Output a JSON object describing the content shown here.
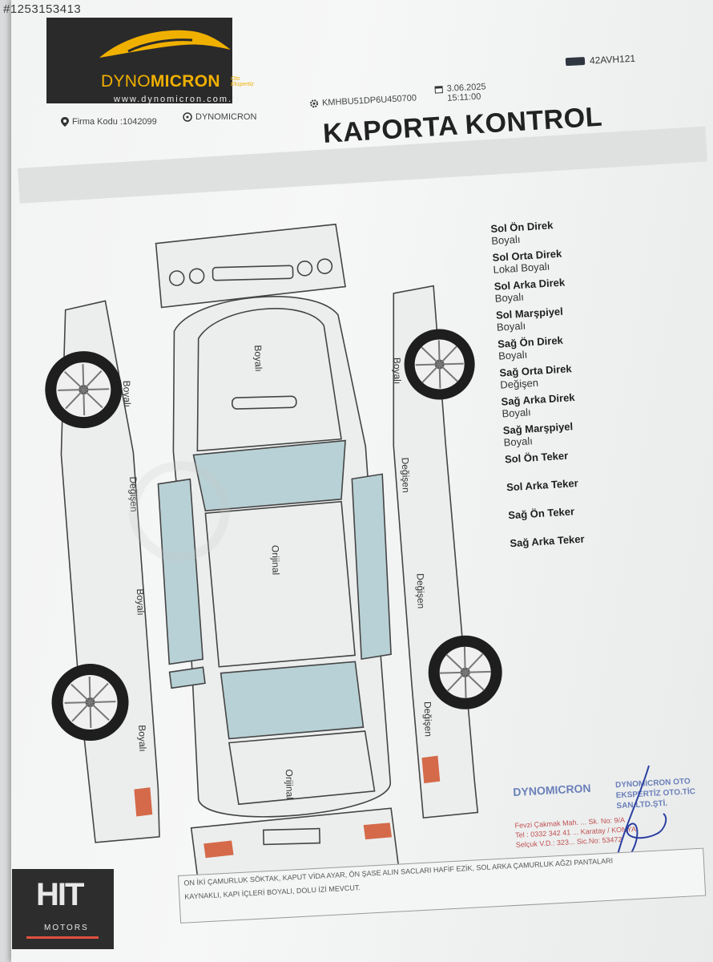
{
  "watermark_id": "#1253153413",
  "header": {
    "brand_part1": "DYNO",
    "brand_part2": "MICRON",
    "brand_tag": "Oto Ekspertiz",
    "website": "www.dynomicron.com.tr",
    "firma_kodu": "Firma Kodu :1042099",
    "firma_name": "DYNOMICRON",
    "vin": "KMHBU51DP6U450700",
    "date": "3.06.2025",
    "time": "15:11:00",
    "plate": "42AVH121"
  },
  "form": {
    "title": "KAPORTA KONTROL",
    "subtitle": "FORMU"
  },
  "legend": [
    {
      "part": "Sol Ön Direk",
      "status": "Boyalı"
    },
    {
      "part": "Sol Orta Direk",
      "status": "Lokal Boyalı"
    },
    {
      "part": "Sol Arka Direk",
      "status": "Boyalı"
    },
    {
      "part": "Sol Marşpiyel",
      "status": "Boyalı"
    },
    {
      "part": "Sağ Ön Direk",
      "status": "Boyalı"
    },
    {
      "part": "Sağ Orta Direk",
      "status": "Değişen"
    },
    {
      "part": "Sağ Arka Direk",
      "status": "Boyalı"
    },
    {
      "part": "Sağ Marşpiyel",
      "status": "Boyalı"
    },
    {
      "part": "Sol Ön Teker",
      "status": ""
    },
    {
      "part": "Sol Arka Teker",
      "status": ""
    },
    {
      "part": "Sağ Ön Teker",
      "status": ""
    },
    {
      "part": "Sağ Arka Teker",
      "status": ""
    }
  ],
  "diagram_labels": {
    "hood": "Boyalı",
    "roof": "Orijinal",
    "trunk": "Orijinal",
    "left_front_fender": "Boyalı",
    "left_front_door": "Değişen",
    "left_rear_door": "Boyalı",
    "left_rear_fender": "Boyalı",
    "right_front_fender": "Boyalı",
    "right_front_door": "Değişen",
    "right_rear_door": "Değişen",
    "right_rear_fender": "Değişen"
  },
  "stamp": {
    "brand": "DYNOMICRON",
    "company": "DYNOMICRON OTO EKSPERTİZ OTO.TİC SAN.LTD.ŞTİ.",
    "address": "Fevzi Çakmak Mah. ... Sk. No: 9/A",
    "phone": "Tel : 0332 342 41 ... Karatay / KONYA",
    "tax": "Selçuk V.D.: 323... Sic.No: 53472"
  },
  "footer_note": {
    "line1": "ON İKİ ÇAMURLUK SÖKTAK, KAPUT VİDA AYAR, ÖN ŞASE ALIN SACLARI HAFİF EZİK, SOL ARKA ÇAMURLUK AĞZI PANTALARI",
    "line2": "KAYNAKLI, KAPI İÇLERİ BOYALI, DOLU İZİ MEVCUT."
  },
  "dealer_logo": {
    "text": "HIT",
    "sub": "MOTORS"
  },
  "colors": {
    "accent_blue": "#6ea9cf",
    "logo_gold": "#f0b000",
    "glass": "#b8d1d6",
    "stamp_blue": "#6a7fb8"
  }
}
